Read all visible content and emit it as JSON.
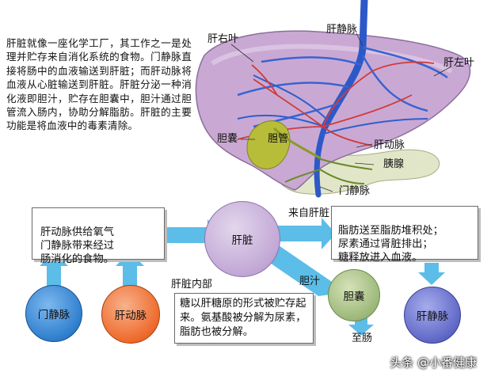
{
  "intro_text": "肝脏就像一座化学工厂，其工作之一是处理并贮存来自消化系统的食物。门静脉直接将肠中的血液输送到肝脏；而肝动脉将血液从心脏输送到肝脏。肝脏分泌一种消化液即胆汁，贮存在胆囊中，胆汁通过胆管流入肠内，协助分解脂肪。肝脏的主要功能是将血液中的毒素清除。",
  "anatomy_labels": {
    "right_lobe": "肝右叶",
    "hepatic_vein": "肝静脉",
    "left_lobe": "肝左叶",
    "gallbladder": "胆囊",
    "bile_duct": "胆管",
    "hepatic_artery": "肝动脉",
    "pancreas": "胰腺",
    "portal_vein": "门静脉"
  },
  "flow": {
    "supply_box": "肝动脉供给氧气\n门静脉带来经过\n肠消化的食物。",
    "liver_node": "肝脏",
    "from_liver_label": "来自肝脏",
    "output_box": "脂肪送至脂肪堆积处；\n尿素通过肾脏排出；\n糖释放进入血液。",
    "inside_liver_label": "肝脏内部",
    "inside_box": "糖以肝糖原的形式被贮存起来。氨基酸被分解为尿素，脂肪也被分解。",
    "bile_label": "胆汁",
    "gallbladder_node": "胆囊",
    "to_intestine_label": "至肠",
    "portal_vein_node": "门静脉",
    "hepatic_artery_node": "肝动脉",
    "hepatic_vein_node": "肝静脉"
  },
  "watermark": "头条 @小番健康",
  "colors": {
    "arrow": "#5bbde8",
    "liver": "#c9a9d3",
    "portal_vein_node": "#2f7fce",
    "hepatic_artery_node": "#ee6a2c",
    "liver_node": "#cbb5dc",
    "gallbladder_node": "#9db87a",
    "hepatic_vein_node": "#5f68c7"
  }
}
